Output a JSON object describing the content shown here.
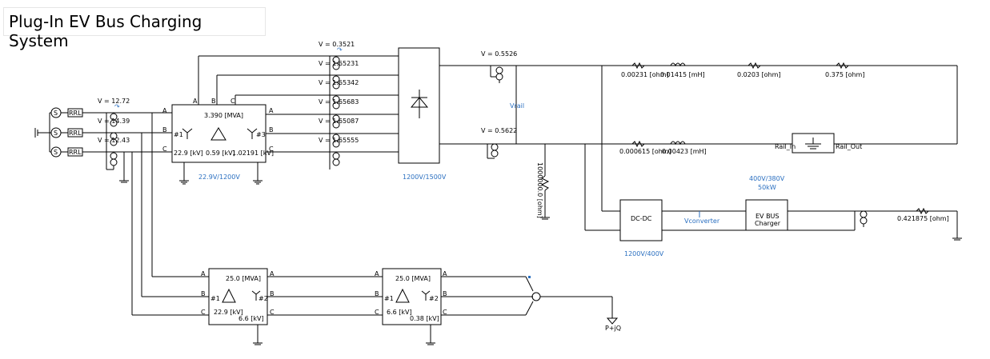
{
  "title": "Plug-In EV Bus Charging System",
  "source": {
    "rrl_labels": [
      "RRL",
      "RRL",
      "RRL"
    ],
    "v_label": "V = 12.72",
    "i_labels": [
      "V = 14.39",
      "V = 12.43"
    ]
  },
  "main_transformer": {
    "rating": "3.390 [MVA]",
    "prim_kv": "22.9 [kV]",
    "sec_kv": "0.59 [kV]",
    "ratio": "1.02191 [kV]",
    "w1": "#1",
    "w3": "#3",
    "caption": "22.9V/1200V",
    "phase_a": "A",
    "phase_b": "B",
    "phase_c": "C"
  },
  "meters": [
    "V = 0.3521",
    "V = 1.65231",
    "V = 1.65342",
    "V = 1.65683",
    "V = 1.65087",
    "V = 1.65555"
  ],
  "rectifier": {
    "caption": "1200V/1500V"
  },
  "dc_link": {
    "v_top": "V = 0.5526",
    "v_bot": "V = 0.5622",
    "vrail": "Vrail",
    "res_vertical": "1000000.0 [ohm]"
  },
  "rail": {
    "r1": "0.00231 [ohm]",
    "l1": "0.01415 [mH]",
    "r2": "0.0203 [ohm]",
    "r3": "0.375 [ohm]",
    "r4": "0.000615 [ohm]",
    "l2": "0.00423 [mH]",
    "rail_in": "Rail_In",
    "rail_out": "Rail_Out"
  },
  "dcdc": {
    "label": "DC-DC",
    "vconverter": "Vconverter",
    "caption": "1200V/400V"
  },
  "charger": {
    "label1": "EV BUS",
    "label2": "Charger",
    "rating1": "400V/380V",
    "rating2": "50kW",
    "load": "0.421875 [ohm]"
  },
  "aux_t1": {
    "rating": "25.0 [MVA]",
    "kv1": "22.9 [kV]",
    "kv2": "6.6 [kV]",
    "w1": "#1",
    "w2": "#2"
  },
  "aux_t2": {
    "rating": "25.0 [MVA]",
    "kv1": "6.6 [kV]",
    "kv2": "0.38 [kV]",
    "w1": "#1",
    "w2": "#2"
  },
  "pq_label": "P+jQ"
}
